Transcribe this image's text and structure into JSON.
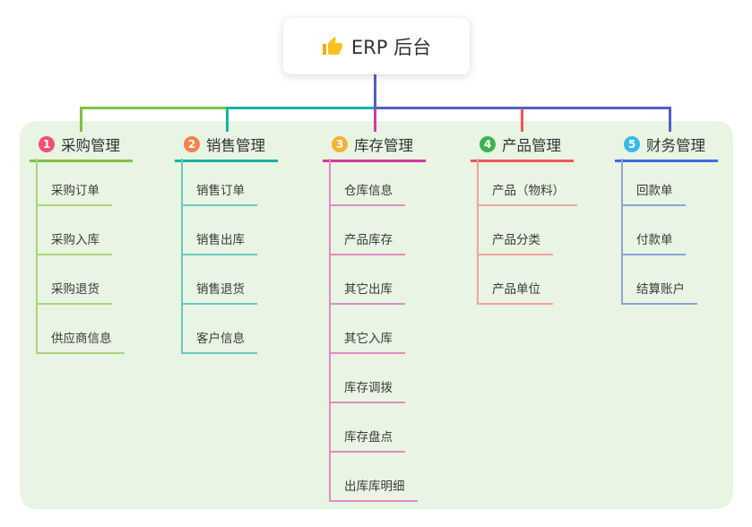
{
  "root": {
    "label": "ERP 后台",
    "icon": "thumbs-up"
  },
  "branches": [
    {
      "num": "1",
      "label": "采购管理",
      "badge_color": "#f2506e",
      "line_color": "#82c043",
      "child_line_color": "#abd47d",
      "children": [
        "采购订单",
        "采购入库",
        "采购退货",
        "供应商信息"
      ]
    },
    {
      "num": "2",
      "label": "销售管理",
      "badge_color": "#f98049",
      "line_color": "#17b3a6",
      "child_line_color": "#66cac1",
      "children": [
        "销售订单",
        "销售出库",
        "销售退货",
        "客户信息"
      ]
    },
    {
      "num": "3",
      "label": "库存管理",
      "badge_color": "#fbb034",
      "line_color": "#d6399f",
      "child_line_color": "#e388c4",
      "children": [
        "仓库信息",
        "产品库存",
        "其它出库",
        "其它入库",
        "库存调拨",
        "库存盘点",
        "出库库明细"
      ]
    },
    {
      "num": "4",
      "label": "产品管理",
      "badge_color": "#3bb34e",
      "line_color": "#f25459",
      "child_line_color": "#f7a09c",
      "children": [
        "产品（物料）",
        "产品分类",
        "产品单位"
      ]
    },
    {
      "num": "5",
      "label": "财务管理",
      "badge_color": "#36b9e9",
      "line_color": "#3f6ae0",
      "child_line_color": "#8ea3dd",
      "children": [
        "回款单",
        "付款单",
        "结算账户"
      ]
    }
  ],
  "colors": {
    "panel_bg": "#e7f5e2",
    "root_connector": "#4e61c5",
    "root_node_bg": "#ffffff",
    "text_header": "#333333",
    "text_child": "#3b3b3b",
    "thumb_icon": "#fcc21b"
  }
}
